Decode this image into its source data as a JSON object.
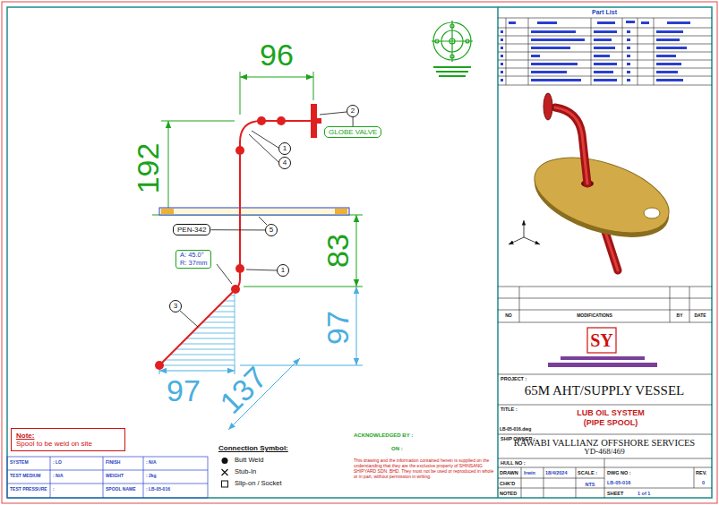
{
  "diagram": {
    "nodes": [
      {
        "text": [
          "2"
        ]
      },
      {
        "text": [
          "GLOBE VALVE"
        ]
      },
      {
        "text": [
          "1"
        ]
      },
      {
        "text": [
          "4"
        ]
      },
      {
        "text": [
          "PEN-342"
        ]
      },
      {
        "text": [
          "5"
        ]
      },
      {
        "text": [
          "A: 45.0°",
          "R: 37mm"
        ]
      },
      {
        "text": [
          "1"
        ]
      },
      {
        "text": [
          "3"
        ]
      },
      {
        "text": [
          "Note:",
          "Spool to be weld on site"
        ]
      }
    ],
    "edges": [
      {
        "from": 0,
        "to": 1,
        "arrow": "none"
      },
      {
        "from": 4,
        "to": 5,
        "arrow": "none"
      }
    ],
    "labels": [
      "96",
      "192",
      "83",
      "97",
      "97",
      "137",
      "Part List",
      "NO",
      "MODIFICATIONS",
      "BY",
      "DATE",
      "SY",
      "PROJECT :",
      "65M AHT/SUPPLY VESSEL",
      "TITLE :",
      "LUB OIL SYSTEM",
      "(PIPE SPOOL)",
      "LB-05-016.dwg",
      "SHIP OWNER :",
      "RAWABI VALLIANZ OFFSHORE SERVICES",
      "YD-468/469",
      "HULL NO :",
      "DRAWN",
      "Irwin",
      "18/4/2024",
      "SCALE :",
      "DWG NO :",
      "REV.",
      "LB-05-016",
      "0",
      "CHK'D",
      "NTS",
      "NOTED",
      "SHEET",
      "1 of 1",
      "SYSTEM",
      ": LO",
      "FINISH",
      ": N/A",
      "TEST MEDIUM",
      ": N/A",
      "WEIGHT",
      ": 2kg",
      "TEST PRESSURE",
      ":",
      "SPOOL NAME",
      ": LB-05-016",
      "Connection Symbol:",
      "ACKNOWLEDGED BY :",
      "ON :",
      "This drawing and the information contained herein is supplied on the understanding that they are the exclusive property of SHINSANG SHIPYARD SDN. BHD. They must not be used or reproduced in whole or in part, without permission in writing."
    ],
    "legend": [
      {
        "text": "Butt Weld"
      },
      {
        "text": "Stub-In"
      },
      {
        "text": "Slip-on / Socket"
      }
    ]
  }
}
